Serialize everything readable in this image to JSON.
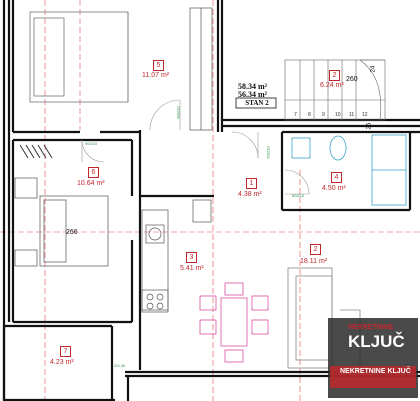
{
  "rooms": [
    {
      "num": "5",
      "area": "11.07 m²"
    },
    {
      "num": "6",
      "area": "10.64 m²"
    },
    {
      "num": "1",
      "area": "4.38 m²"
    },
    {
      "num": "4",
      "area": "4.50 m²"
    },
    {
      "num": "3",
      "area": "5.41 m²"
    },
    {
      "num": "2",
      "area": "18.11 m²"
    },
    {
      "num": "7",
      "area": "4.23 m²"
    },
    {
      "num": "2",
      "area": "6.24 m²"
    }
  ],
  "summary": {
    "gross": "58.34 m²",
    "net": "56.34 m²",
    "name": "STAN 2"
  },
  "dims": {
    "d260": "260",
    "d266": "266",
    "d25": "25",
    "d24": "24"
  },
  "stair_steps": [
    "7",
    "8",
    "9",
    "10",
    "11",
    "12"
  ],
  "watermark": {
    "brand_top": "NEKRETNINE",
    "brand_main": "KLJUČ",
    "brand_bottom": "NEKRETNINE KLJUČ"
  },
  "tags": {
    "t1": "90/210",
    "t2": "80/210",
    "t3": "90/210",
    "t4": "80/210",
    "t5": "20/-30"
  },
  "colors": {
    "wall": "#111111",
    "label": "#c0282c",
    "furniture": "#d94fa0",
    "grid": "#e05050",
    "watermark_bg": "#2a2a2a"
  }
}
